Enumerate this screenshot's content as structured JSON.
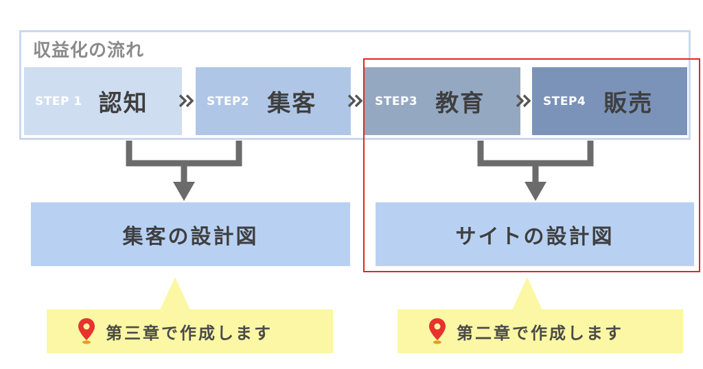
{
  "flow": {
    "title": "収益化の流れ",
    "steps": [
      {
        "tag": "STEP 1",
        "name": "認知"
      },
      {
        "tag": "STEP2",
        "name": "集客"
      },
      {
        "tag": "STEP3",
        "name": "教育"
      },
      {
        "tag": "STEP4",
        "name": "販売"
      }
    ]
  },
  "blueprints": {
    "left": "集客の設計図",
    "right": "サイトの設計図"
  },
  "callouts": {
    "left": "第三章で作成します",
    "right": "第二章で作成します"
  },
  "icons": {
    "chevron": "double-chevron-right-icon",
    "pin": "map-pin-icon"
  },
  "colors": {
    "frame": "#c9d8ef",
    "step1": "#cfddf0",
    "step2": "#b0c6e6",
    "step3": "#95a8c1",
    "step4": "#7b93b9",
    "blueprint": "#b8d1f3",
    "highlight": "#e02424",
    "callout": "#fbf7a4",
    "pin": "#e8322e",
    "connector": "#6b6b6b"
  }
}
